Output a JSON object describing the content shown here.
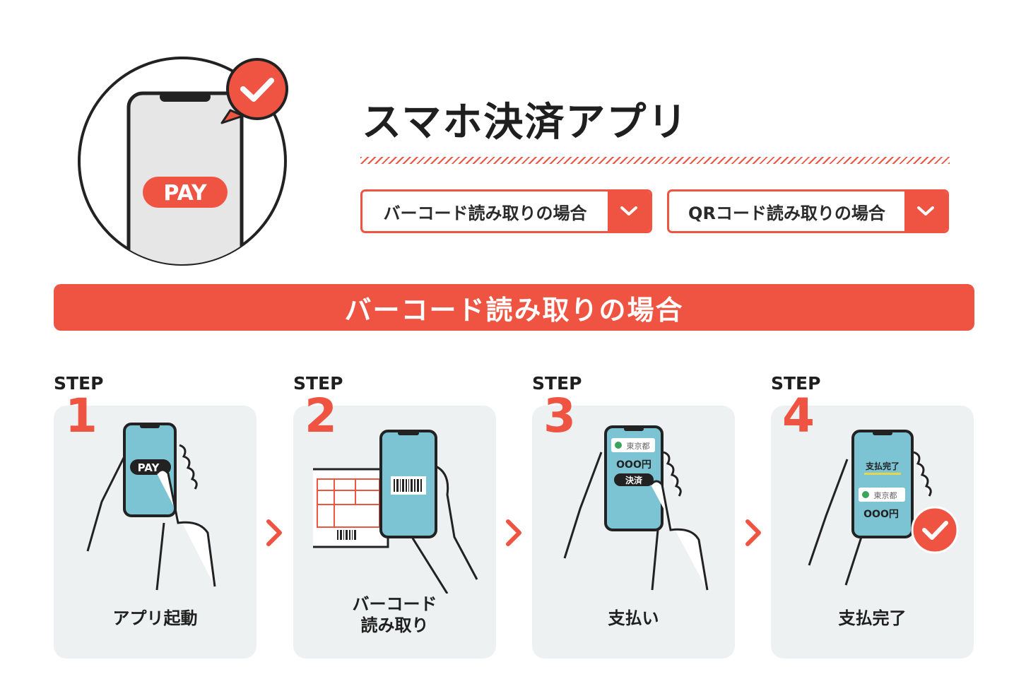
{
  "header": {
    "title": "スマホ決済アプリ",
    "hero_badge": "PAY"
  },
  "toggles": [
    {
      "label": "バーコード読み取りの場合"
    },
    {
      "label": "QRコード読み取りの場合"
    }
  ],
  "section": {
    "title": "バーコード読み取りの場合"
  },
  "steps": [
    {
      "word": "STEP",
      "number": "1",
      "caption": "アプリ起動",
      "screen_text": "PAY"
    },
    {
      "word": "STEP",
      "number": "2",
      "caption_line1": "バーコード",
      "caption_line2": "読み取り"
    },
    {
      "word": "STEP",
      "number": "3",
      "caption": "支払い",
      "store": "東京都",
      "amount": "OOO円",
      "pay_button": "決済"
    },
    {
      "word": "STEP",
      "number": "4",
      "caption": "支払完了",
      "done_text": "支払完了",
      "store": "東京都",
      "amount": "OOO円"
    }
  ],
  "colors": {
    "accent": "#ef5442",
    "card": "#eef1f1",
    "screen": "#7cc4d4"
  }
}
